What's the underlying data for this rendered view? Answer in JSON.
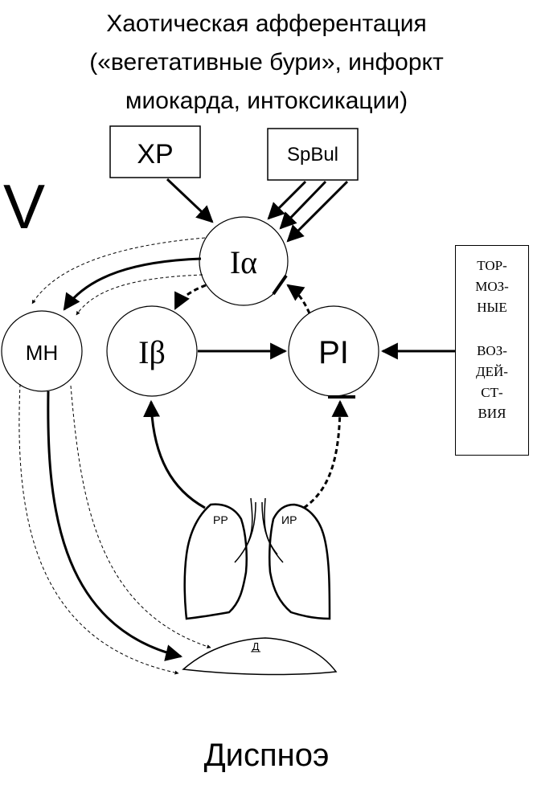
{
  "title_lines": [
    "Хаотическая афферентация",
    "(«вегетативные бури», инфоркт",
    "миокарда, интоксикации)"
  ],
  "roman_label": "V",
  "boxes": {
    "xr": "ХР",
    "spbul": "SpBul"
  },
  "nodes": {
    "ia": "Iα",
    "ib": "Iβ",
    "pi": "PI",
    "mn": "МН"
  },
  "inhibitory_box": {
    "lines_top": [
      "ТОР-",
      "МОЗ-",
      "НЫЕ"
    ],
    "lines_bottom": [
      "ВОЗ-",
      "ДЕЙ-",
      "СТ-",
      "ВИЯ"
    ]
  },
  "lung_labels": {
    "left": "РР",
    "right": "ИР"
  },
  "diaphragm_label": "Д",
  "bottom_title": "Диспноэ"
}
